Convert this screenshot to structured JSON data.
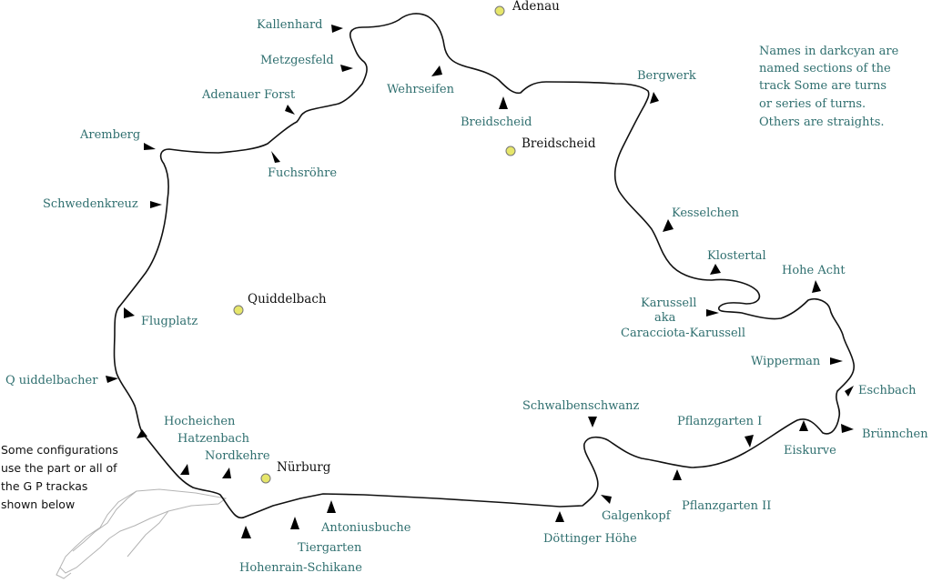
{
  "sections": {
    "kallenhard": "Kallenhard",
    "metzgesfeld": "Metzgesfeld",
    "adenauer_forst": "Adenauer Forst",
    "aremberg": "Aremberg",
    "fuchsrohre": "Fuchsröhre",
    "schwedenkreuz": "Schwedenkreuz",
    "flugplatz": "Flugplatz",
    "quiddelbacher": "Q uiddelbacher",
    "hocheichen": "Hocheichen",
    "hatzenbach": "Hatzenbach",
    "nordkehre": "Nordkehre",
    "hohenrain": "Hohenrain-Schikane",
    "tiergarten": "Tiergarten",
    "antoniusbuche": "Antoniusbuche",
    "wehrseifen": "Wehrseifen",
    "breidscheid": "Breidscheid",
    "bergwerk": "Bergwerk",
    "kesselchen": "Kesselchen",
    "klostertal": "Klostertal",
    "hohe_acht": "Hohe Acht",
    "karussell_1": "Karussell",
    "karussell_2": "aka",
    "karussell_3": "Caracciota-Karussell",
    "wipperman": "Wipperman",
    "eschbach": "Eschbach",
    "brunnchen": "Brünnchen",
    "eiskurve": "Eiskurve",
    "pflanzgarten_1": "Pflanzgarten I",
    "pflanzgarten_2": "Pflanzgarten II",
    "schwalbenschwanz": "Schwalbenschwanz",
    "galgenkopf": "Galgenkopf",
    "dottinger_hohe": "Döttinger Höhe"
  },
  "towns": {
    "adenau": "Adenau",
    "breidscheid": "Breidscheid",
    "quiddelbach": "Quiddelbach",
    "nurburg": "Nürburg"
  },
  "note": {
    "line1": "Names in darkcyan are",
    "line2": "named sections of the",
    "line3": "track  Some are turns",
    "line4": "or series of turns.",
    "line5": "Others are straights."
  },
  "side_note": {
    "line1": "Some configurations",
    "line2": "use the part or all of",
    "line3": "the G P trackas",
    "line4": "shown below"
  },
  "colors": {
    "section_label": "#2f6f6f",
    "town_dot": "#e6e66a",
    "track": "#111111",
    "gp_track": "#b4b4b4"
  }
}
